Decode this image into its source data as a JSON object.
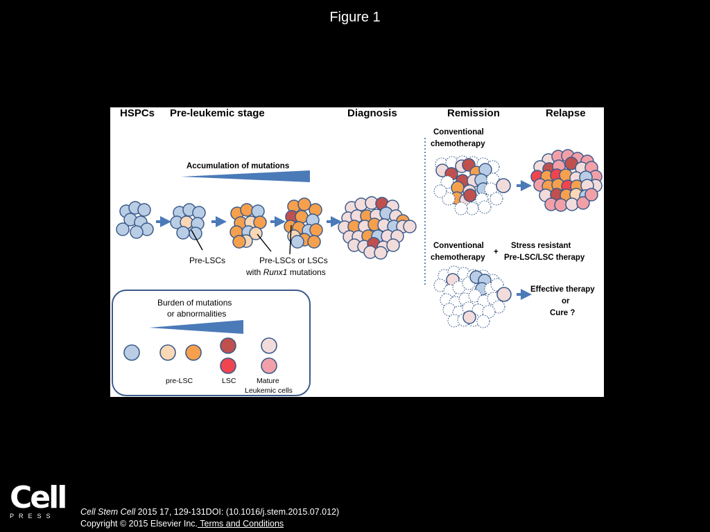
{
  "slide": {
    "title": "Figure 1"
  },
  "figure": {
    "stage_headers": [
      "HSPCs",
      "Pre-leukemic stage",
      "Diagnosis",
      "Remission",
      "Relapse"
    ],
    "accumulation_label": "Accumulation of mutations",
    "labels": {
      "pre_lscs": "Pre-LSCs",
      "pre_lscs_or_lscs_line1": "Pre-LSCs or LSCs",
      "with": "with ",
      "runx1": "Runx1",
      "mutations": " mutations"
    },
    "remission": {
      "top_label_line1": "Conventional",
      "top_label_line2": "chemotherapy",
      "bottom_left_line1": "Conventional",
      "bottom_left_line2": "chemotherapy",
      "plus": "+",
      "bottom_right_line1": "Stress resistant",
      "bottom_right_line2": "Pre-LSC/LSC therapy"
    },
    "outcome": {
      "line1": "Effective therapy",
      "line2": "or",
      "line3": "Cure ?"
    },
    "legend": {
      "title_line1": "Burden of mutations",
      "title_line2": "or abnormalities",
      "pre_lsc_label": "pre-LSC",
      "lsc_label": "LSC",
      "mature_line1": "Mature",
      "mature_line2": "Leukemic cells"
    },
    "colors": {
      "hspc_blue": "#b9cde5",
      "pre_lsc_peach": "#fad7b5",
      "pre_lsc_orange": "#f6a04d",
      "lsc_darkred": "#c0504d",
      "lsc_red": "#f0444f",
      "mature_pink": "#f2dcdb",
      "mature_rose": "#f2a0a8",
      "outline": "#3a5a8a",
      "arrow_blue": "#4a7ab8"
    }
  },
  "footer": {
    "logo_word": "Cell",
    "logo_sub": "PRESS",
    "journal": "Cell Stem Cell",
    "citation_rest": " 2015 17, 129-131DOI: (10.1016/j.stem.2015.07.012)",
    "copyright": "Copyright © 2015 Elsevier Inc.",
    "terms": " Terms and Conditions"
  }
}
